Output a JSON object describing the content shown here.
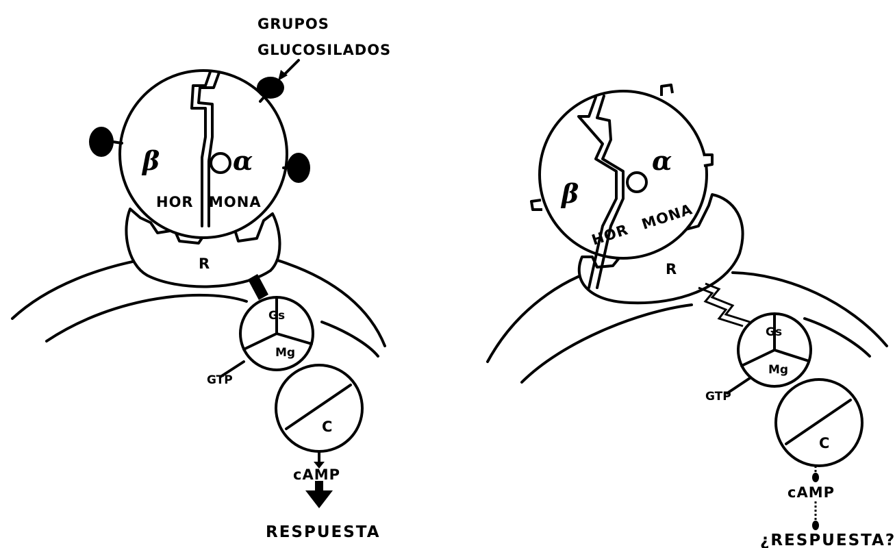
{
  "left_panel": {
    "glyco_label_line1": "GRUPOS",
    "glyco_label_line2": "GLUCOSILADOS",
    "beta": "β",
    "alpha": "α",
    "hormone_left": "HOR",
    "hormone_right": "MONA",
    "receptor": "R",
    "gs": "Gs",
    "mg": "Mg",
    "gtp": "GTP",
    "cyclase": "C",
    "camp": "cAMP",
    "response": "RESPUESTA"
  },
  "right_panel": {
    "beta": "β",
    "alpha": "α",
    "hormone_left": "HOR",
    "hormone_right": "MONA",
    "receptor": "R",
    "gs": "Gs",
    "mg": "Mg",
    "gtp": "GTP",
    "cyclase": "C",
    "camp": "cAMP",
    "response": "¿RESPUESTA?"
  },
  "colors": {
    "ink": "#000000",
    "paper": "#ffffff"
  }
}
